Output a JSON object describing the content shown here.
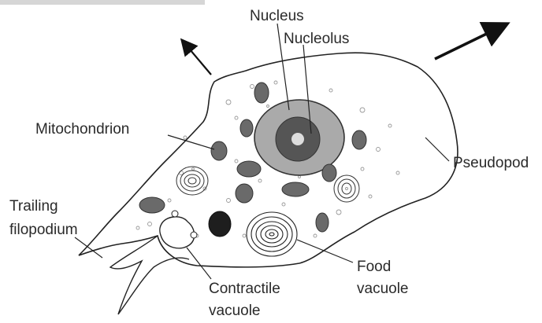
{
  "figure": {
    "title_fragment": "",
    "labels": {
      "nucleus": "Nucleus",
      "nucleolus": "Nucleolus",
      "mitochondrion": "Mitochondrion",
      "pseudopod": "Pseudopod",
      "trailing_filopodium_1": "Trailing",
      "trailing_filopodium_2": "filopodium",
      "food_vacuole_1": "Food",
      "food_vacuole_2": "vacuole",
      "contractile_vacuole_1": "Contractile",
      "contractile_vacuole_2": "vacuole"
    },
    "colors": {
      "outline": "#222222",
      "nucleus_fill": "#aaaaaa",
      "nucleolus_fill": "#555555",
      "nucleolus_core": "#dddddd",
      "mitochondria_fill": "#6a6a6a"
    }
  }
}
